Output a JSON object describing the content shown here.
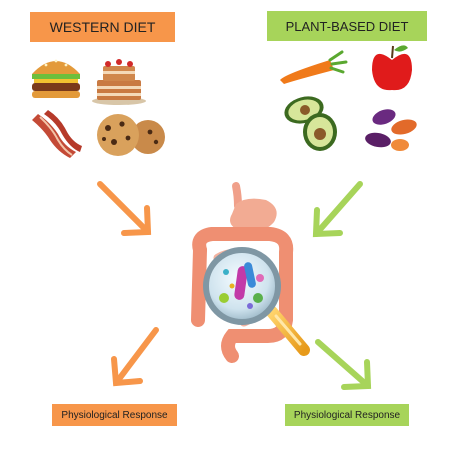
{
  "western": {
    "label": "WESTERN DIET",
    "color": "#f7964a",
    "foods": [
      "burger-icon",
      "cake-icon",
      "bacon-icon",
      "cookies-icon"
    ]
  },
  "plant": {
    "label": "PLANT-BASED DIET",
    "color": "#a7d45a",
    "foods": [
      "carrot-icon",
      "apple-icon",
      "avocado-icon",
      "beans-icon"
    ]
  },
  "responses": {
    "left": "Physiological Response",
    "right": "Physiological Response"
  },
  "center": {
    "icons": [
      "gut-icon",
      "magnifier-icon",
      "microbiome-icon"
    ]
  }
}
